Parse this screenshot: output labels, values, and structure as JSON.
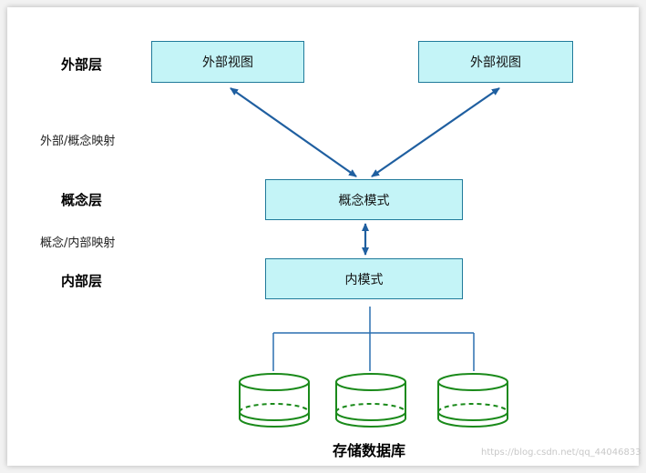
{
  "layers": {
    "external": "外部层",
    "conceptual": "概念层",
    "internal": "内部层"
  },
  "mappings": {
    "external_conceptual": "外部/概念映射",
    "conceptual_internal": "概念/内部映射"
  },
  "boxes": {
    "external_view_left": "外部视图",
    "external_view_right": "外部视图",
    "conceptual_schema": "概念模式",
    "internal_schema": "内模式"
  },
  "storage": {
    "title": "存储数据库"
  },
  "watermark": "https://blog.csdn.net/qq_44046833",
  "colors": {
    "box_fill": "#c4f4f7",
    "box_border": "#1f7a9a",
    "arrow": "#1f5fa0",
    "connector": "#2a6fb0",
    "cylinder": "#1a8a1a"
  }
}
